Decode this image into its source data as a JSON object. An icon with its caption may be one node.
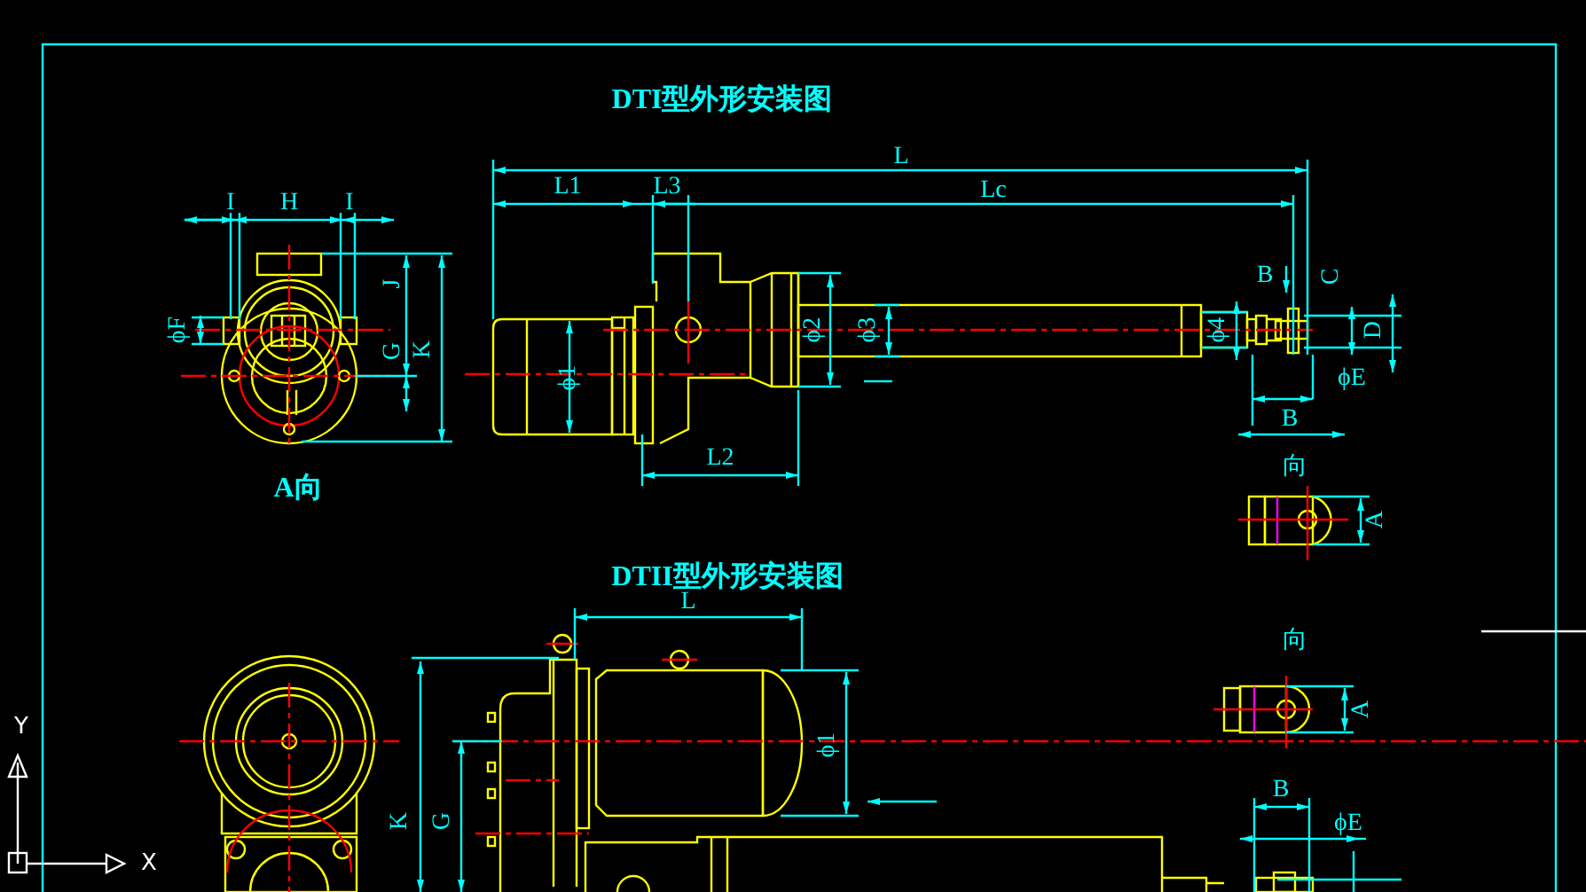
{
  "diagram": {
    "labels": [
      "DTI型外形安装图",
      "L",
      "L1",
      "L3",
      "Lc",
      "I",
      "H",
      "I",
      "J",
      "G",
      "K",
      "ϕF",
      "ϕ1",
      "ϕ2",
      "ϕ3",
      "ϕ4",
      "B",
      "C",
      "D",
      "ϕE",
      "B",
      "L2",
      "A向",
      "向",
      "A",
      "DTII型外形安装图",
      "L",
      "ϕ1",
      "向",
      "A",
      "K",
      "G",
      "B",
      "ϕE",
      "Y",
      "X"
    ]
  }
}
